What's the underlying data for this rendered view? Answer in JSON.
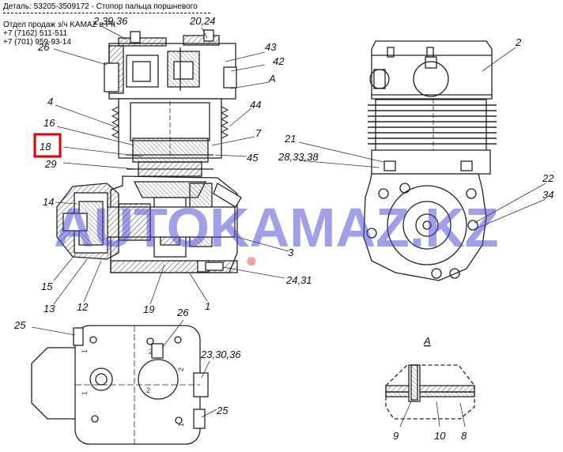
{
  "header": {
    "detail": "Деталь: 53205-3509172 - Стопор пальца поршневого",
    "sales": "Отдел продаж з/ч KAMAZ в РК",
    "phone1": "+7 (7162) 511-511",
    "phone2": "+7 (701) 959-93-14"
  },
  "watermark": "AUTOKAMAZ.KZ",
  "colors": {
    "highlight": "#e00000",
    "watermark": "#3f3fd6",
    "watermark_accent": "#e33"
  },
  "callouts": {
    "c2039_36": "2,39,36",
    "c2024": "20,24",
    "c26a": "26",
    "c43": "43",
    "c42": "42",
    "cA": "A",
    "c4": "4",
    "c44": "44",
    "c16": "16",
    "c7": "7",
    "c18": "18",
    "c45": "45",
    "c29": "29",
    "c14": "14",
    "c3": "3",
    "c2431": "24,31",
    "c15": "15",
    "c13": "13",
    "c12": "12",
    "c19": "19",
    "c1": "1",
    "c2": "2",
    "c21": "21",
    "c283338": "28,33,38",
    "c22": "22",
    "c34": "34",
    "c25a": "25",
    "c26b": "26",
    "c233036": "23,30,36",
    "c25b": "25",
    "secA": "A",
    "c9": "9",
    "c10": "10",
    "c8": "8"
  },
  "stamped": {
    "s1": "1",
    "s2": "2",
    "s2b": "2",
    "s1b": "1",
    "s1c": "1",
    "s2c": "2"
  }
}
